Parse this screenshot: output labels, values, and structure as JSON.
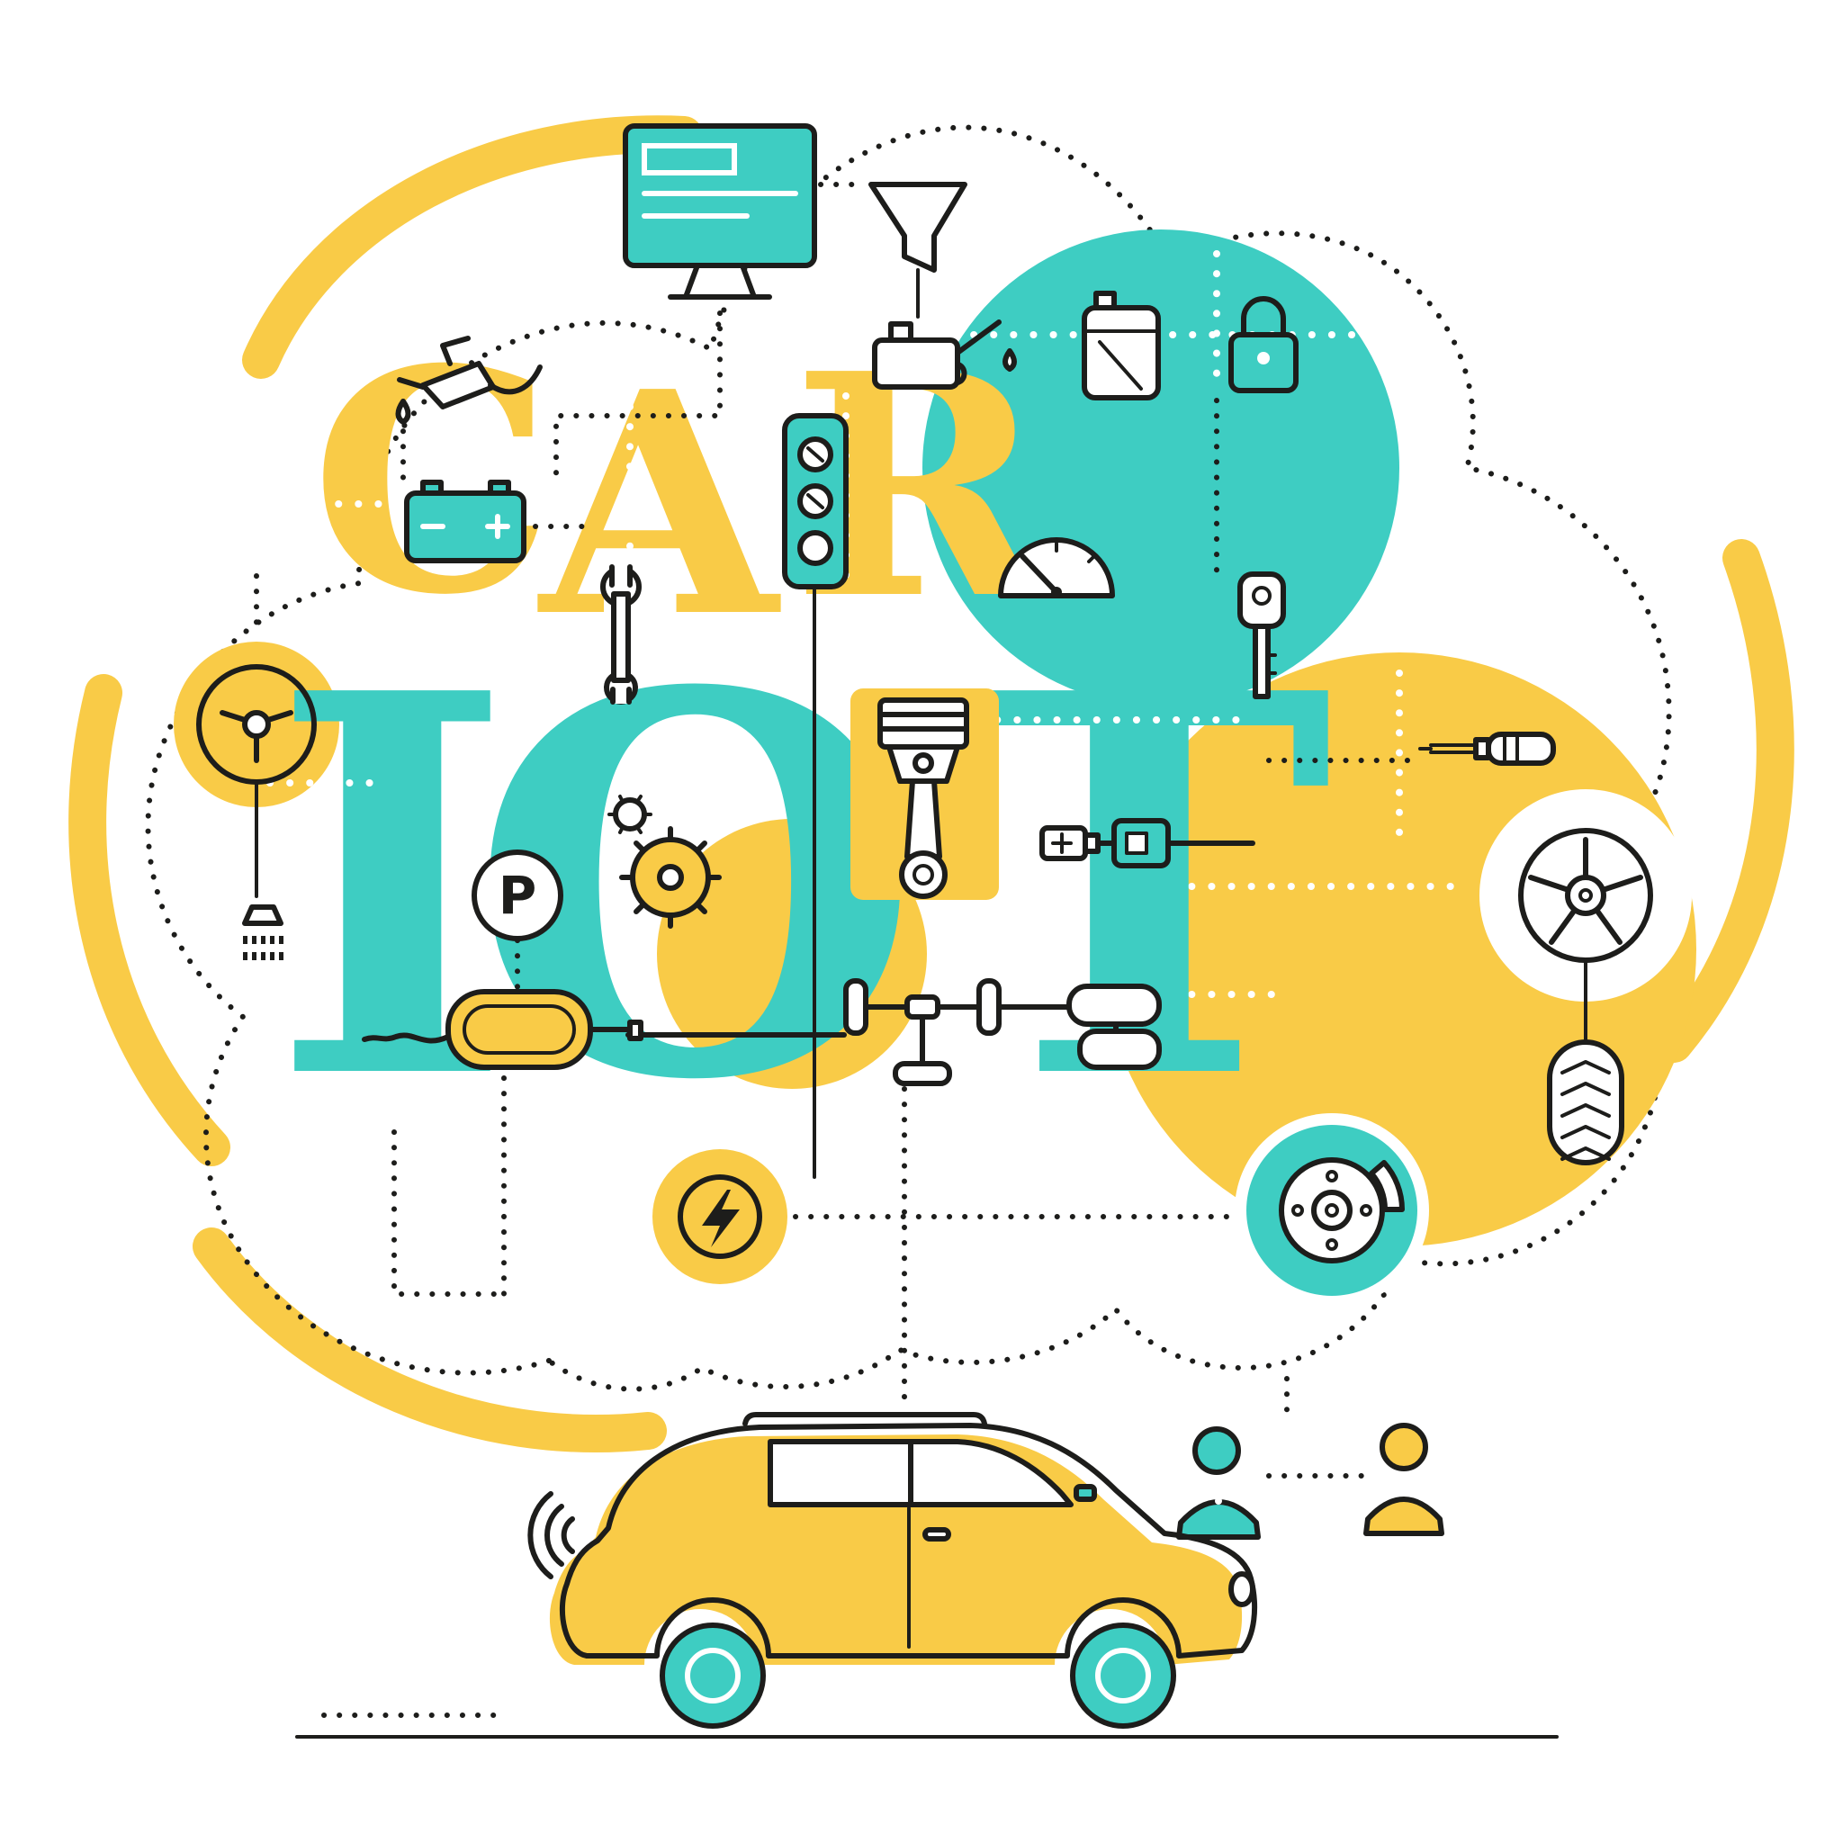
{
  "illustration": {
    "title": "CAR IOT",
    "words": {
      "line1": "CAR",
      "line2": "IOT"
    },
    "letters": [
      "C",
      "A",
      "R",
      "I",
      "O",
      "T"
    ],
    "parking_letter": "P",
    "colors": {
      "yellow": "#F9CB47",
      "teal": "#3ECDC2",
      "ink": "#1D1D1B",
      "background": "#FFFFFF"
    },
    "icons": [
      "cloud-outline",
      "monitor-icon",
      "funnel-icon",
      "oil-can-icon",
      "jerry-can-icon",
      "padlock-icon",
      "gas-pump-icon",
      "car-battery-icon",
      "traffic-light-icon",
      "wrench-icon",
      "speedometer-icon",
      "car-key-icon",
      "steering-wheel-icon",
      "screwdriver-icon",
      "piston-icon",
      "gears-icon",
      "parking-icon",
      "shower-icon",
      "muffler-icon",
      "seatbelt-buckle-icon",
      "chassis-icon",
      "gearbox-icon",
      "wheel-rim-icon",
      "tire-icon",
      "brake-disc-icon",
      "lightning-icon",
      "woman-icon",
      "man-icon",
      "car-illustration"
    ]
  }
}
